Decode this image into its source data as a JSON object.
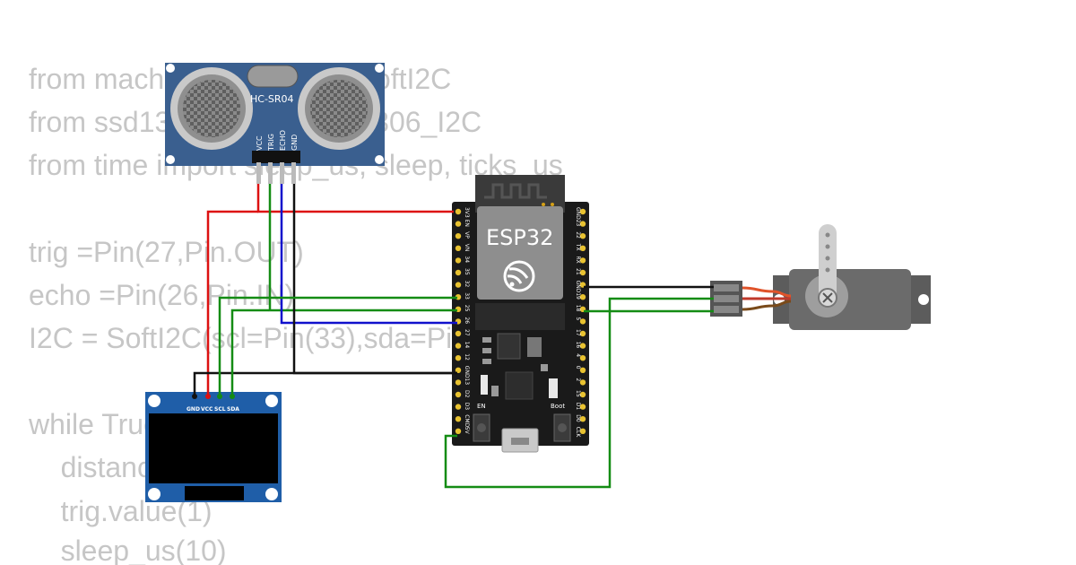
{
  "code_lines": [
    "from machine import Pin, SoftI2C",
    "from ssd1306 import SSD1306_I2C",
    "from time import sleep_us, sleep, ticks_us",
    "",
    "trig =Pin(27,Pin.OUT)",
    "echo =Pin(26,Pin.IN)",
    "I2C = SoftI2C(scl=Pin(33),sda=Pin(32))",
    "",
    "while True:",
    "    distance",
    "    trig.value(1)",
    "    sleep_us(10)"
  ],
  "sensor": {
    "label": "HC-SR04",
    "pins": [
      "VCC",
      "TRIG",
      "ECHO",
      "GND"
    ]
  },
  "mcu": {
    "label": "ESP32",
    "left_pins": [
      "3V3",
      "EN",
      "VP",
      "VN",
      "34",
      "35",
      "32",
      "33",
      "25",
      "26",
      "27",
      "14",
      "12",
      "GND",
      "13",
      "D2",
      "D3",
      "CMD",
      "5V"
    ],
    "right_pins": [
      "GND",
      "23",
      "22",
      "TX",
      "RX",
      "21",
      "GND",
      "19",
      "18",
      "5",
      "17",
      "16",
      "4",
      "0",
      "2",
      "15",
      "D1",
      "D0",
      "CLK"
    ],
    "buttons": [
      "EN",
      "Boot"
    ]
  },
  "display": {
    "pins": [
      "GND",
      "VCC",
      "SCL",
      "SDA"
    ]
  },
  "wire_colors": {
    "red": "#dd1111",
    "green": "#148c14",
    "blue": "#1010cc",
    "black": "#111111"
  }
}
